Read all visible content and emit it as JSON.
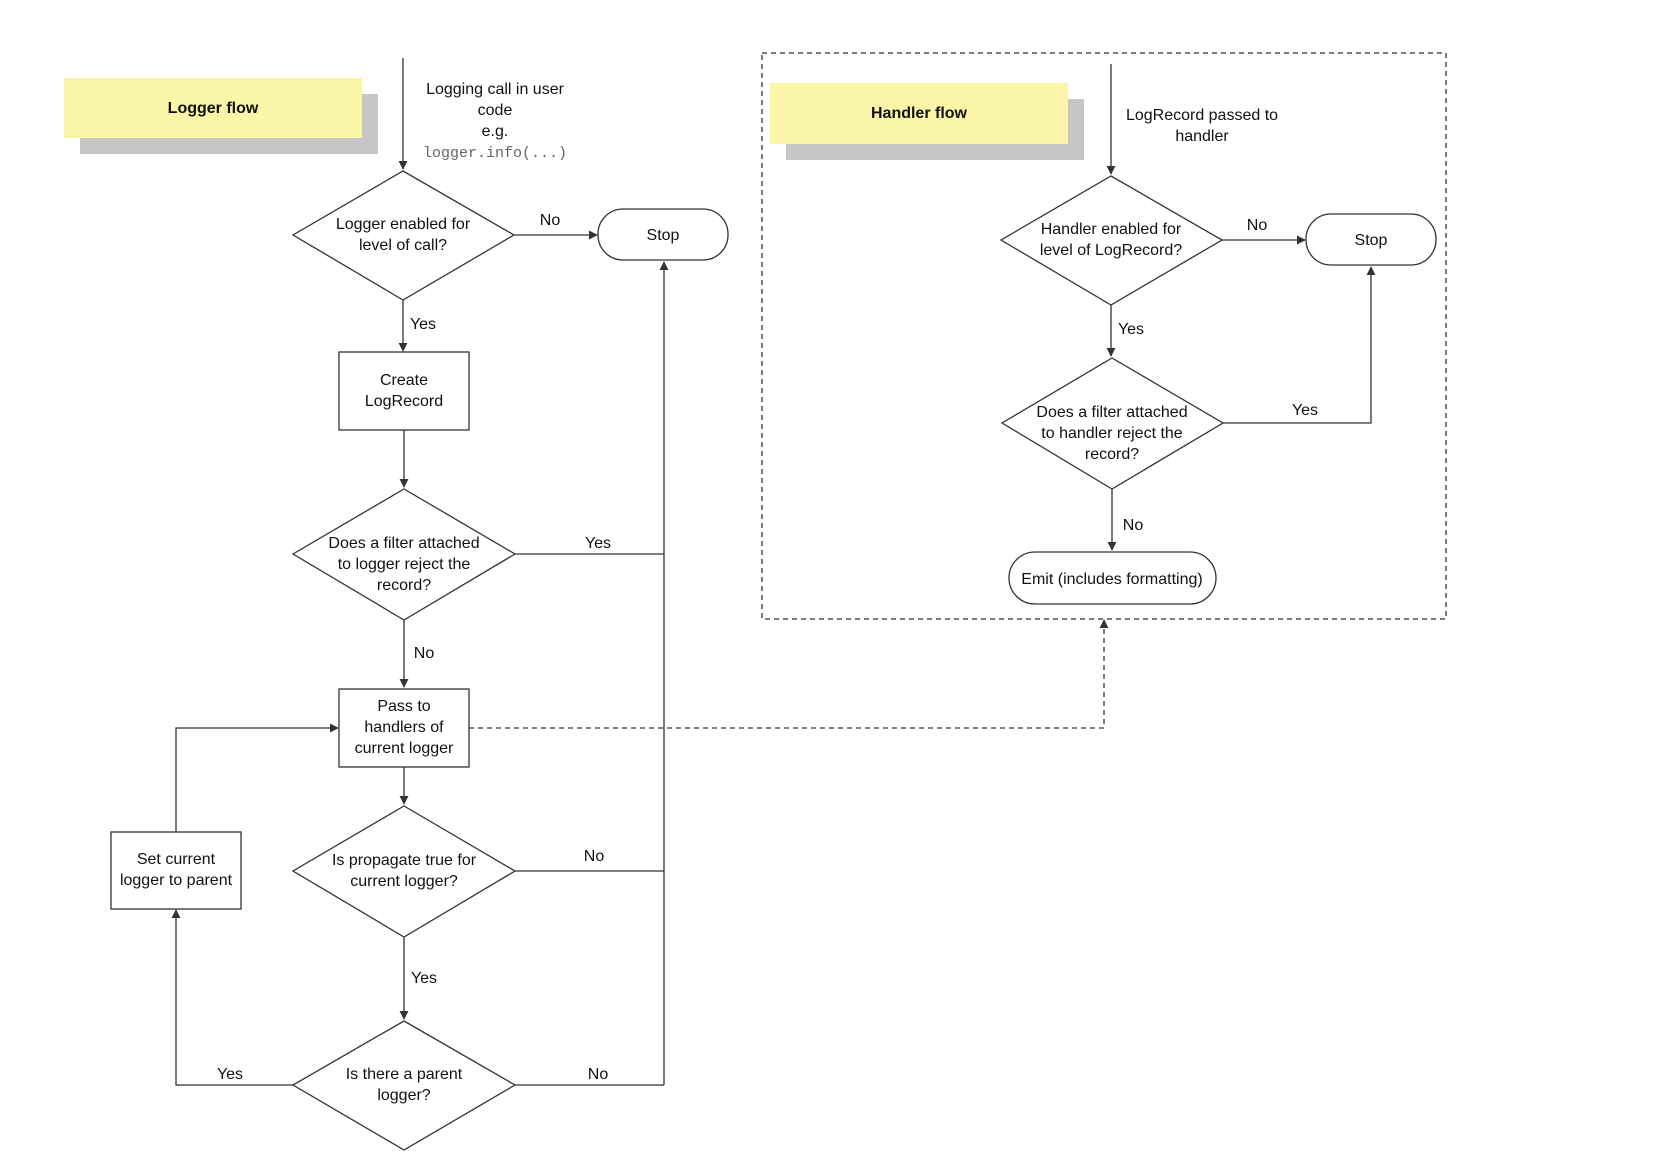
{
  "colors": {
    "title_fill": "#fbf6a7",
    "title_shadow": "#c6c6c6",
    "line": "#333333"
  },
  "logger_flow": {
    "title": "Logger flow",
    "start_label": [
      "Logging call in user",
      "code",
      "e.g."
    ],
    "start_code": "logger.info(...)",
    "enabled_check": [
      "Logger enabled for",
      "level of call?"
    ],
    "create_record": [
      "Create",
      "LogRecord"
    ],
    "filter_check": [
      "Does a filter attached",
      "to logger reject the",
      "record?"
    ],
    "pass_to_handlers": [
      "Pass to",
      "handlers of",
      "current logger"
    ],
    "propagate_check": [
      "Is propagate true for",
      "current logger?"
    ],
    "parent_check": [
      "Is there a parent",
      "logger?"
    ],
    "set_parent": [
      "Set current",
      "logger to parent"
    ],
    "stop": "Stop",
    "edge_labels": {
      "enabled_no": "No",
      "enabled_yes": "Yes",
      "filter_yes": "Yes",
      "filter_no": "No",
      "propagate_no": "No",
      "propagate_yes": "Yes",
      "parent_yes": "Yes",
      "parent_no": "No"
    }
  },
  "handler_flow": {
    "title": "Handler flow",
    "start_label": [
      "LogRecord passed to",
      "handler"
    ],
    "enabled_check": [
      "Handler enabled for",
      "level of LogRecord?"
    ],
    "filter_check": [
      "Does a filter attached",
      "to handler reject the",
      "record?"
    ],
    "emit": "Emit (includes formatting)",
    "stop": "Stop",
    "edge_labels": {
      "enabled_no": "No",
      "enabled_yes": "Yes",
      "filter_yes": "Yes",
      "filter_no": "No"
    }
  }
}
